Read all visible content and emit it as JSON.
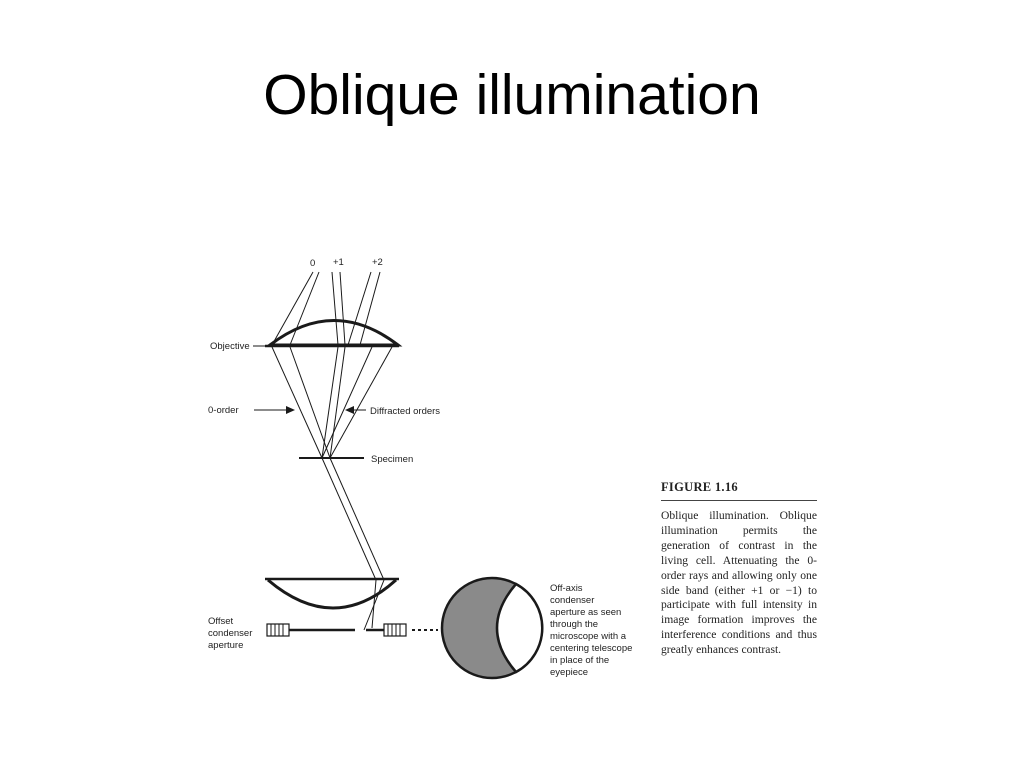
{
  "slide": {
    "title": "Oblique illumination"
  },
  "figure": {
    "order_labels": [
      "0",
      "+1",
      "+2"
    ],
    "labels": {
      "objective": "Objective",
      "zero_order": "0-order",
      "diffracted": "Diffracted orders",
      "specimen": "Specimen",
      "offset_aperture": [
        "Offset",
        "condenser",
        "aperture"
      ],
      "offaxis_note": [
        "Off-axis",
        "condenser",
        "aperture as seen",
        "through the",
        "microscope with a",
        "centering telescope",
        "in place of the",
        "eyepiece"
      ]
    }
  },
  "caption": {
    "heading": "FIGURE 1.16",
    "text": "Oblique illumination. Oblique illumination permits the generation of contrast in the living cell. Attenuating the 0-order rays and allowing only one side band (either +1 or −1) to participate with full intensity in image formation improves the interference conditions and thus greatly enhances contrast."
  },
  "colors": {
    "fill_gray": "#8a8a8a",
    "line": "#1a1a1a"
  }
}
